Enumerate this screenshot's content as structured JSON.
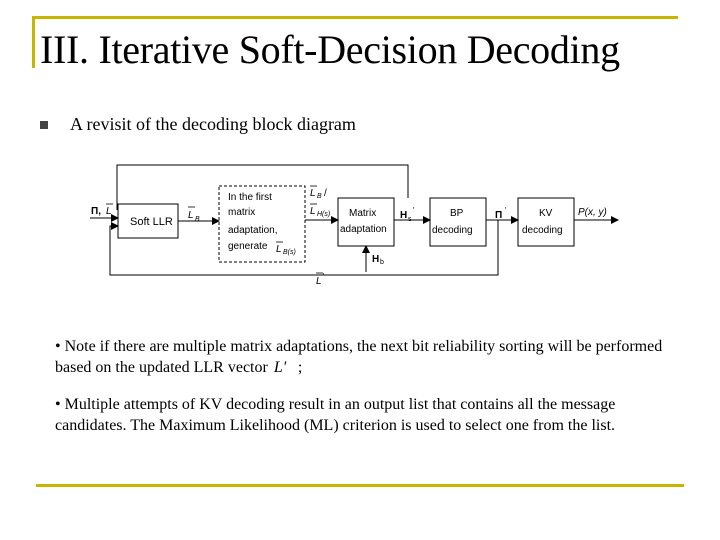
{
  "slide": {
    "title": "III. Iterative Soft-Decision Decoding",
    "bullet": "A revisit of the decoding block diagram"
  },
  "diagram": {
    "blocks": {
      "soft_llr": "Soft LLR",
      "first_adaptation": [
        "In the first",
        "matrix",
        "adaptation,",
        "generate"
      ],
      "matrix_adaptation": [
        "Matrix",
        "adaptation"
      ],
      "bp_decoding": [
        "BP",
        "decoding"
      ],
      "kv_decoding": [
        "KV",
        "decoding"
      ]
    },
    "signals": {
      "input_pi": "Π,",
      "input_l": "L",
      "lb_first": "L",
      "lb_sub": "B",
      "lb_right": "L",
      "lb_right_sub": "B",
      "lb_slash": "/",
      "lh": "L",
      "lh_sub": "H(s)",
      "lb_s": "L",
      "lb_s_sub": "B(s)",
      "h_out": "H",
      "h_out_sub": "s",
      "h_out_sup": "'",
      "h_b": "H",
      "h_b_sub": "b",
      "pi_out": "Π",
      "pi_out_sup": "'",
      "p_out": "P(x, y)",
      "l_bottom": "L",
      "l_bottom_sup": "'"
    }
  },
  "notes": [
    "• Note if there are multiple matrix adaptations, the next bit reliability sorting will be performed based on the updated LLR vector",
    "• Multiple attempts of KV decoding result in an output list that contains all the message candidates. The Maximum Likelihood (ML) criterion is used to select one from the list."
  ],
  "note_symbol": "L'",
  "note_symbol_end": ";"
}
